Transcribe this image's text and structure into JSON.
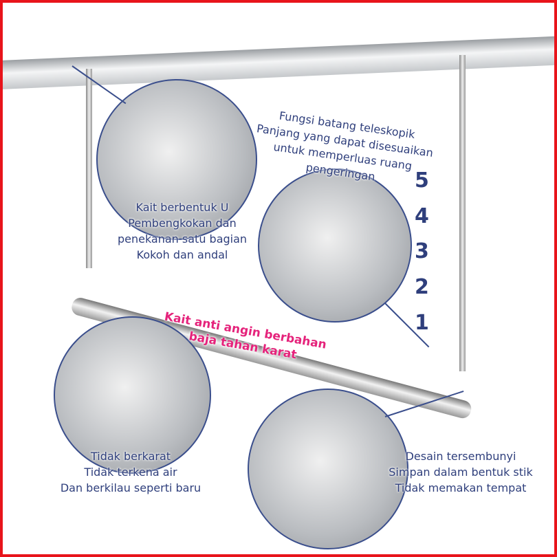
{
  "hook_caption": [
    "Kait berbentuk U",
    "Pembengkokan dan",
    "penekanan satu bagian",
    "Kokoh dan andal"
  ],
  "telescopic_caption": [
    "Fungsi batang teleskopik",
    "Panjang yang dapat disesuaikan",
    "untuk memperluas ruang",
    "pengeringan"
  ],
  "windproof_caption": [
    "Kait anti angin berbahan",
    "baja tahan karat"
  ],
  "rust_caption": [
    "Tidak berkarat",
    "Tidak terkena air",
    "Dan berkilau seperti baru"
  ],
  "hidden_caption": [
    "Desain tersembunyi",
    "Simpan dalam bentuk stik",
    "Tidak memakan tempat"
  ],
  "scale_numbers": [
    "5",
    "4",
    "3",
    "2",
    "1"
  ],
  "colors": {
    "border": "#e8141b",
    "text": "#2f3f7c",
    "accent": "#e5237b"
  }
}
